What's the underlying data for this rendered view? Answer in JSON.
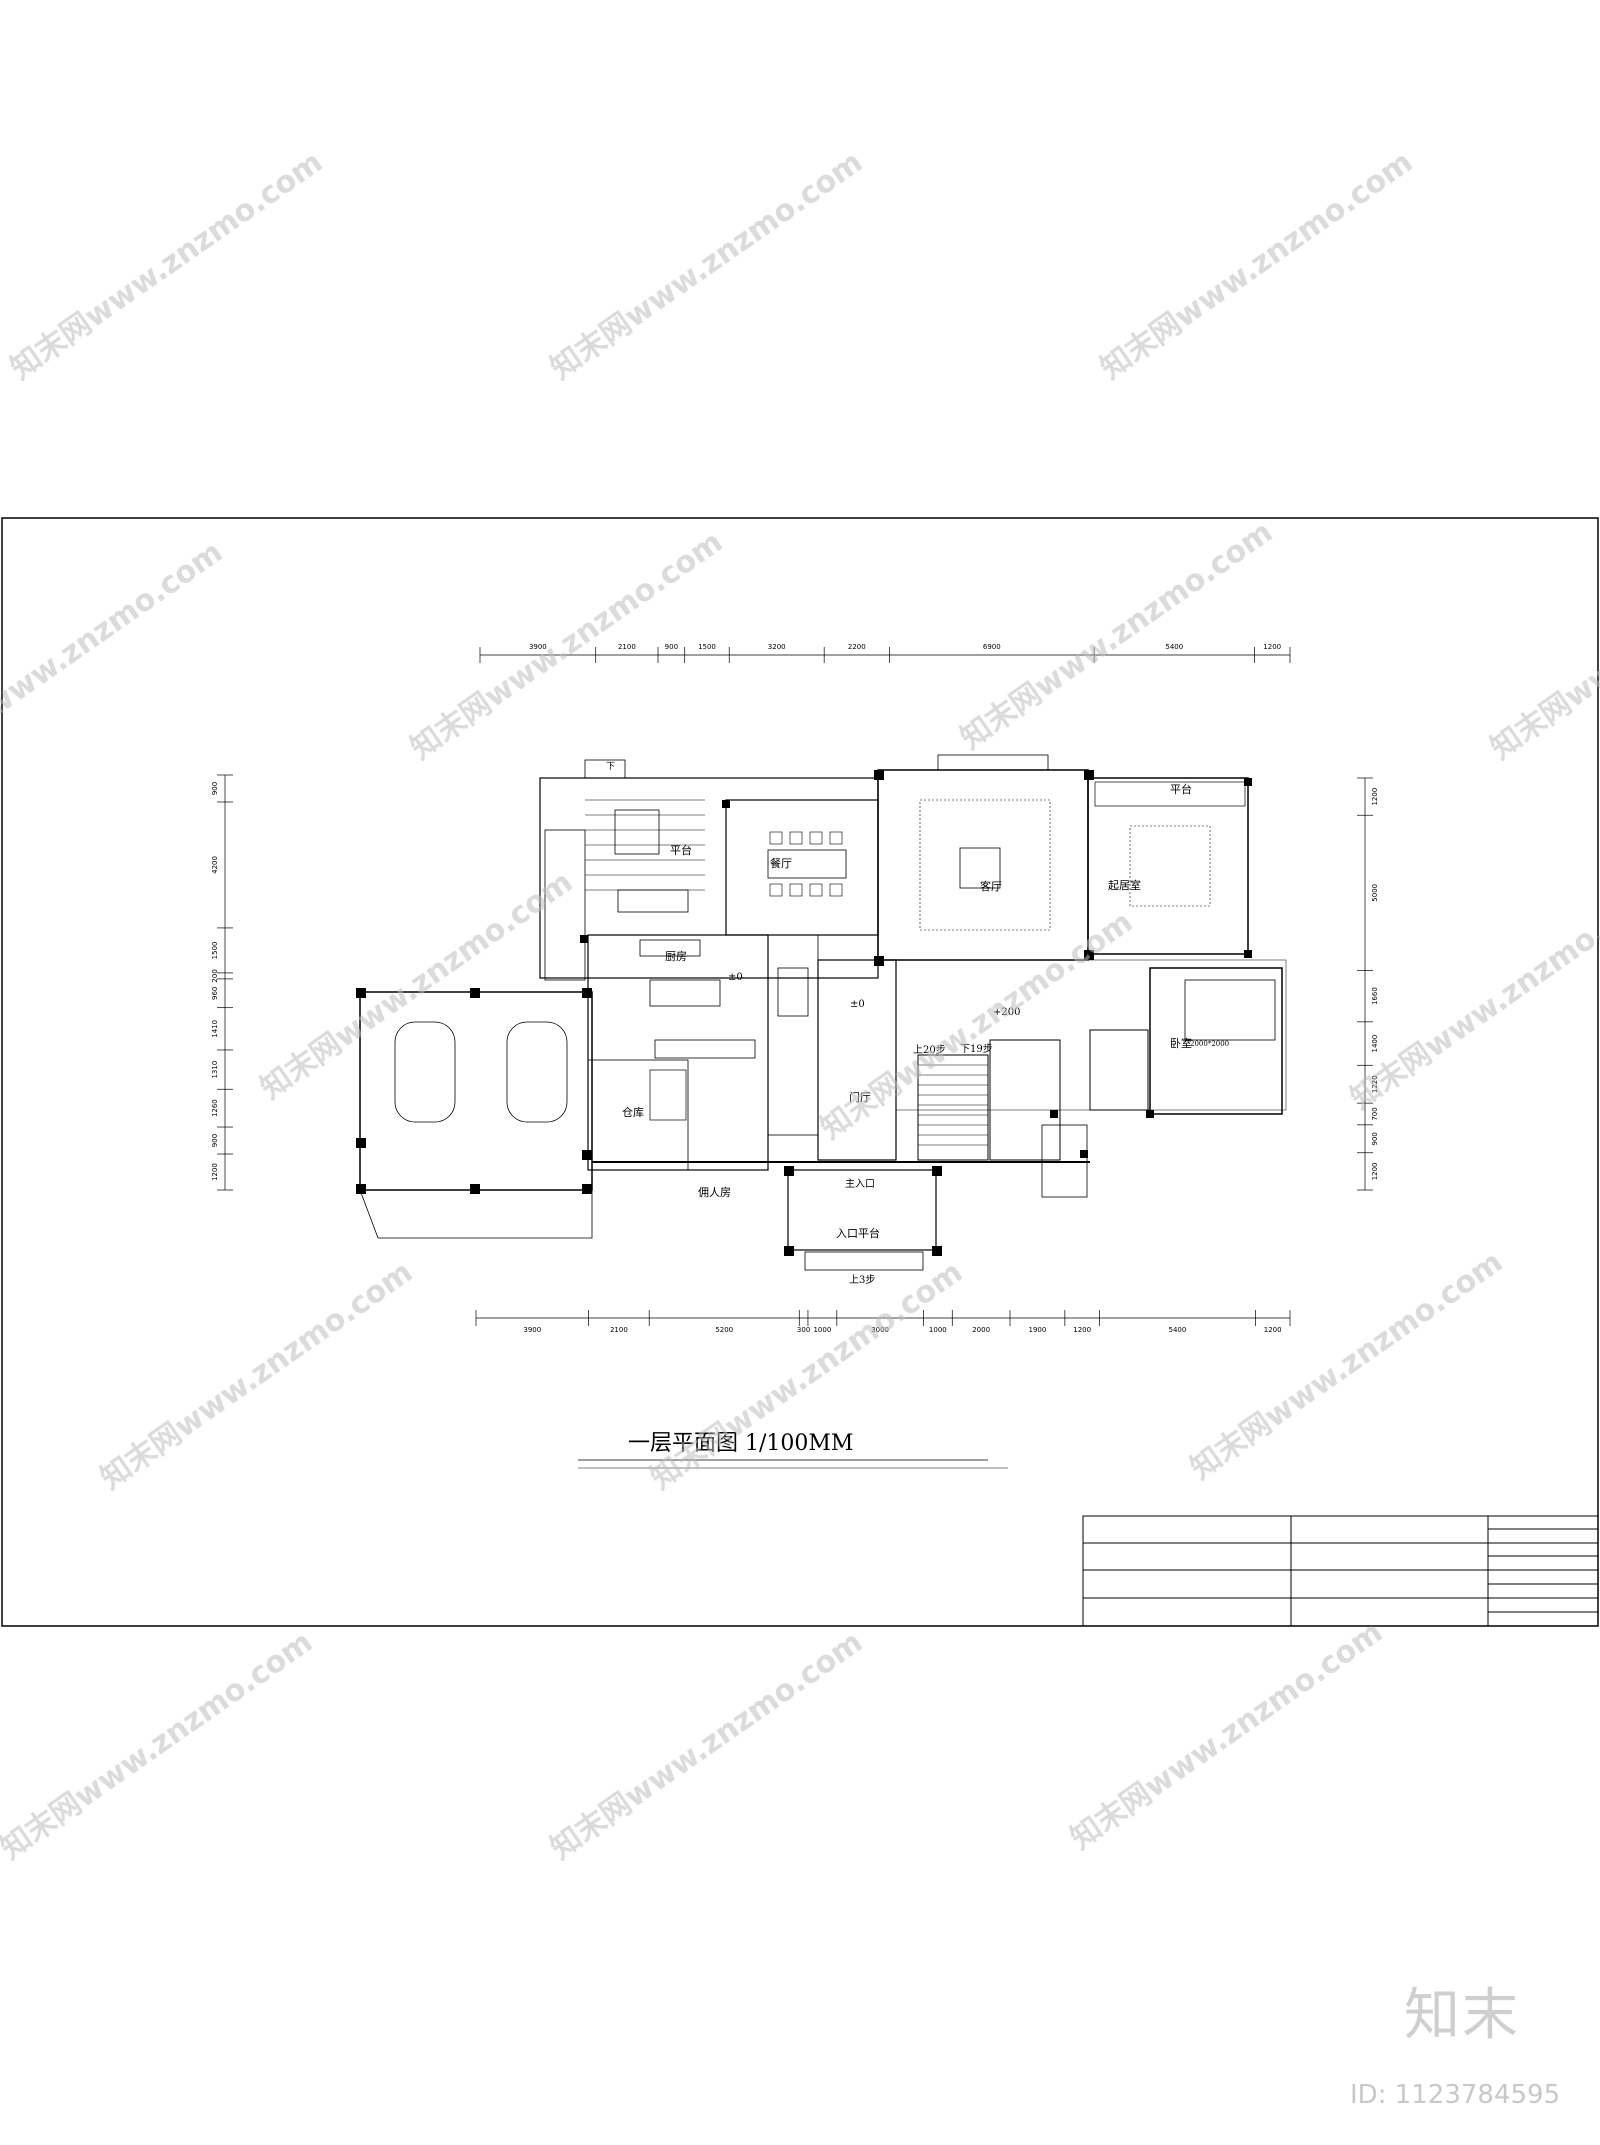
{
  "drawing": {
    "title": "一层平面图 1/100MM",
    "rooms": {
      "platform_left": "平台",
      "down_mark": "下",
      "dining": "餐厅",
      "kitchen": "厨房",
      "kitchen_level": "±0",
      "living": "客厅",
      "family_room": "起居室",
      "platform_right": "平台",
      "corridor_level": "+200",
      "bedroom": "卧室",
      "bed_size": "2000*2000",
      "foyer_level": "±0",
      "stairs_up": "上20步",
      "stairs_down": "下19步",
      "foyer": "门厅",
      "storage": "仓库",
      "garage_side": "佣人房",
      "main_entrance": "主入口",
      "entrance_platform": "入口平台",
      "steps_up": "上3步"
    },
    "dims_top": [
      "3900",
      "2100",
      "900",
      "1500",
      "3200",
      "2200",
      "6900",
      "5400",
      "1200"
    ],
    "dims_bottom": [
      "3900",
      "2100",
      "5200",
      "300",
      "1000",
      "3000",
      "1000",
      "2000",
      "1900",
      "1200",
      "5400",
      "1200"
    ],
    "dims_left": [
      "900",
      "4200",
      "1500",
      "200",
      "960",
      "1410",
      "1310",
      "1260",
      "900",
      "1200"
    ],
    "dims_right": [
      "1200",
      "5000",
      "1660",
      "1400",
      "1220",
      "700",
      "900",
      "1200"
    ]
  },
  "watermark": {
    "text": "知末网www.znzmo.com",
    "logo": "知末",
    "id": "ID: 1123784595"
  }
}
